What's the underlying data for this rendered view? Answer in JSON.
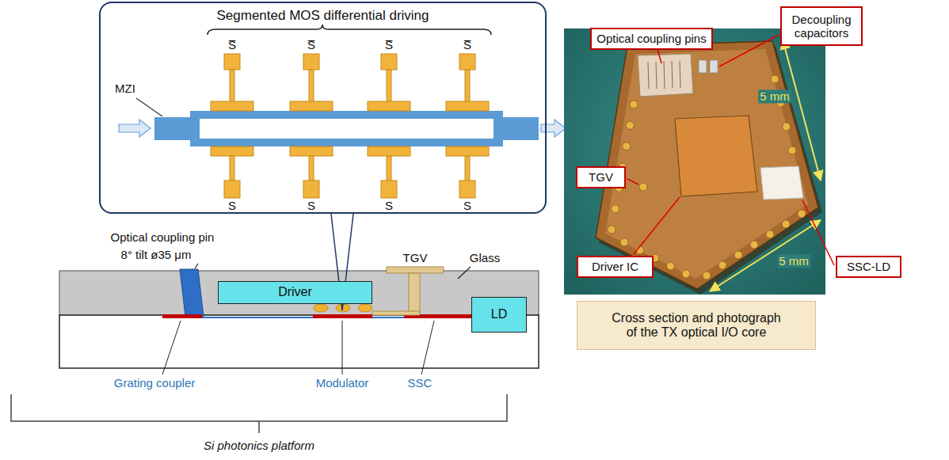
{
  "diagram": {
    "nodes": [
      {
        "text": [
          "Segmented MOS differential driving"
        ]
      },
      {
        "text": [
          "Driver"
        ]
      },
      {
        "text": [
          "LD"
        ]
      },
      {
        "text": [
          "Optical coupling pins"
        ]
      },
      {
        "text": [
          "Decoupling capacitors"
        ]
      },
      {
        "text": [
          "TGV"
        ]
      },
      {
        "text": [
          "Driver IC"
        ]
      },
      {
        "text": [
          "SSC-LD"
        ]
      },
      {
        "text": [
          "Cross section and photograph of the TX optical I/O core"
        ]
      }
    ],
    "labels": [
      "MZI",
      "S̅",
      "S̅",
      "S̅",
      "S̅",
      "S",
      "S",
      "S",
      "S",
      "Optical coupling pin",
      "8° tilt ø35 μm",
      "TGV",
      "Glass",
      "Grating coupler",
      "Modulator",
      "SSC",
      "Si photonics platform",
      "5 mm",
      "5 mm"
    ]
  }
}
